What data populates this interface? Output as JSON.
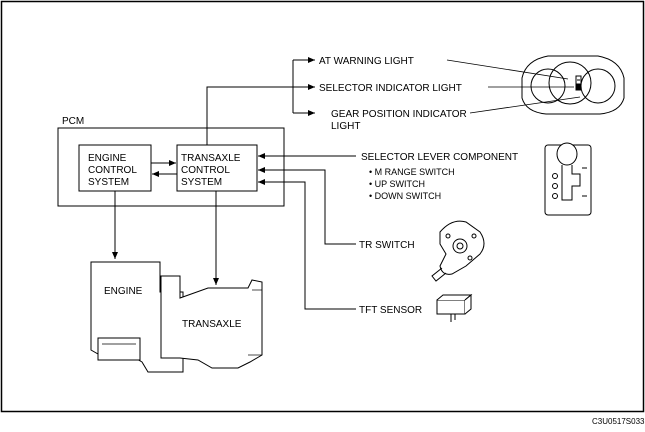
{
  "pcm": {
    "label": "PCM"
  },
  "engine_control": {
    "lines": [
      "ENGINE",
      "CONTROL",
      "SYSTEM"
    ]
  },
  "transaxle_control": {
    "lines": [
      "TRANSAXLE",
      "CONTROL",
      "SYSTEM"
    ]
  },
  "outputs": {
    "at_warning_light": "AT WARNING LIGHT",
    "selector_indicator_light": "SELECTOR INDICATOR LIGHT",
    "gear_position_indicator_light": [
      "GEAR POSITION INDICATOR",
      "LIGHT"
    ]
  },
  "inputs": {
    "selector_lever_component": "SELECTOR LEVER COMPONENT",
    "switches": [
      "• M RANGE SWITCH",
      "• UP SWITCH",
      "• DOWN SWITCH"
    ],
    "tr_switch": "TR SWITCH",
    "tft_sensor": "TFT SENSOR"
  },
  "components": {
    "engine": "ENGINE",
    "transaxle": "TRANSAXLE"
  },
  "figure_code": "C3U0517S033"
}
